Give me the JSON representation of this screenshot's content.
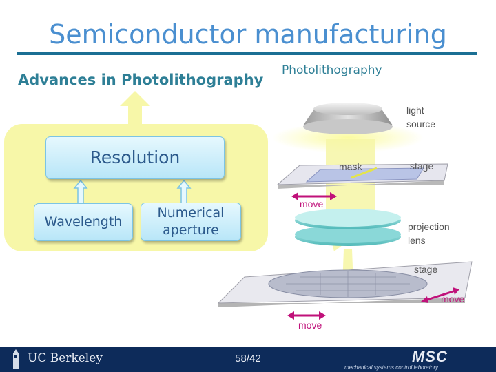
{
  "slide": {
    "title": "Semiconductor manufacturing",
    "subtitle": "Advances in Photolithography",
    "photo_caption": "Photolithography"
  },
  "concept_diagram": {
    "top_box": "Resolution",
    "left_box": "Wavelength",
    "right_box_line1": "Numerical",
    "right_box_line2": "aperture"
  },
  "lithography_diagram": {
    "light_source_line1": "light",
    "light_source_line2": "source",
    "mask": "mask",
    "stage_top": "stage",
    "projection_line1": "projection",
    "projection_line2": "lens",
    "stage_bottom": "stage",
    "move_label": "move"
  },
  "footer": {
    "institution": "UC Berkeley",
    "page": "58/42",
    "lab_logo": "MSC",
    "lab_name": "mechanical systems control laboratory"
  },
  "colors": {
    "title": "#4a8fd0",
    "accent": "#2e7f96",
    "panel": "#f7f7a8",
    "box_text": "#2c5a8c",
    "footer": "#0d2b5a",
    "move": "#c0117a"
  }
}
